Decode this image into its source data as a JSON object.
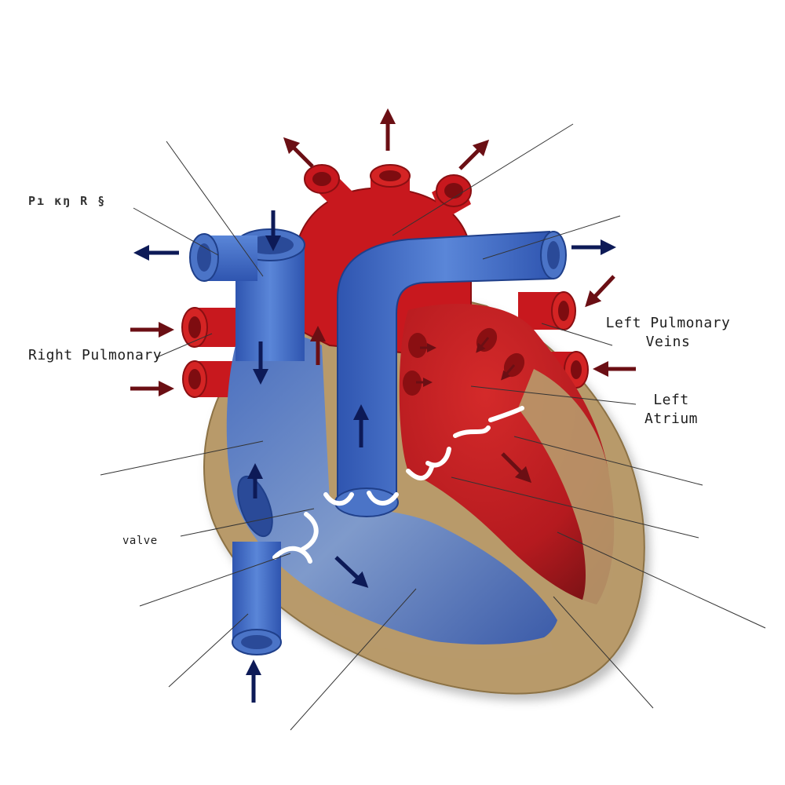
{
  "labels": {
    "top_left_partial": "Pı ĸŋ R §",
    "right_pulmonary": "Right Pulmonary",
    "left_pulmonary_veins_line1": "Left Pulmonary",
    "left_pulmonary_veins_line2": "Veins",
    "left_atrium_line1": "Left",
    "left_atrium_line2": "Atrium",
    "valve_partial": "valve"
  },
  "colors": {
    "deoxygenated_blue": "#3f63b7",
    "oxygenated_red": "#c8181e",
    "muscle_tan": "#b89a6b",
    "arrow_navy": "#0d1a57",
    "arrow_maroon": "#6b0f14",
    "valve_white": "#ffffff"
  }
}
